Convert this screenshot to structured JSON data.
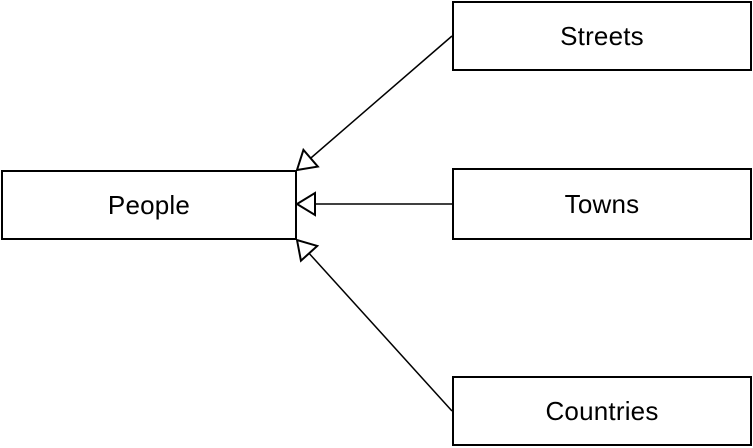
{
  "diagram": {
    "background_color": "#ffffff",
    "stroke_color": "#000000",
    "text_color": "#000000",
    "node_fill_color": "#ffffff",
    "nodes": [
      {
        "id": "people",
        "label": "People"
      },
      {
        "id": "streets",
        "label": "Streets"
      },
      {
        "id": "towns",
        "label": "Towns"
      },
      {
        "id": "countries",
        "label": "Countries"
      }
    ],
    "edges": [
      {
        "from": "streets",
        "to": "people",
        "arrowhead": "hollow-triangle",
        "arrow_points_at": "people"
      },
      {
        "from": "towns",
        "to": "people",
        "arrowhead": "hollow-triangle",
        "arrow_points_at": "people"
      },
      {
        "from": "countries",
        "to": "people",
        "arrowhead": "hollow-triangle",
        "arrow_points_at": "people"
      }
    ]
  }
}
